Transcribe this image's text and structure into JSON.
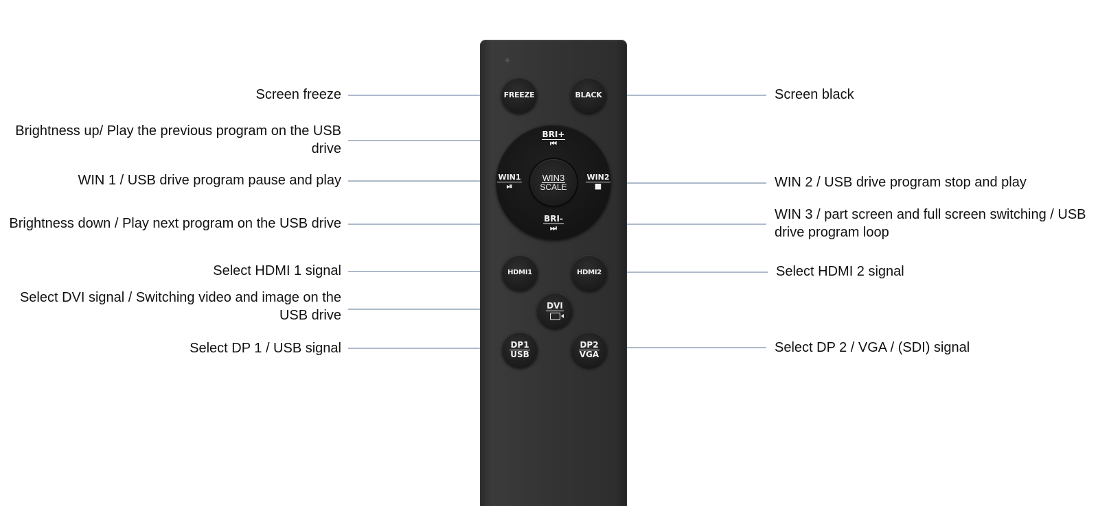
{
  "colors": {
    "leader_line": "#5a7694",
    "remote_body": "#333333",
    "button": "#1a1a1a",
    "label_text": "#111111"
  },
  "buttons": {
    "freeze": "FREEZE",
    "black": "BLACK",
    "bri_plus": "BRI+",
    "bri_plus_icon": "⏮",
    "win1": "WIN1",
    "win1_icon": "⏯",
    "win3": "WIN3",
    "win3_sub": "SCALE",
    "win2": "WIN2",
    "win2_icon": "■",
    "bri_minus": "BRI-",
    "bri_minus_icon": "⏭",
    "hdmi1": "HDMI1",
    "hdmi2": "HDMI2",
    "dvi": "DVI",
    "dvi_icon": "video-camera-icon",
    "dp1": "DP1",
    "dp1_sub": "USB",
    "dp2": "DP2",
    "dp2_sub": "VGA"
  },
  "labels": {
    "screen_freeze": "Screen freeze",
    "screen_black": "Screen black",
    "brightness_up": "Brightness up/ Play the previous program on the USB drive",
    "win1": "WIN 1 / USB drive program pause and play",
    "win2": "WIN 2 / USB drive program stop and play",
    "brightness_down": "Brightness down / Play next program on the USB drive",
    "win3": "WIN 3 / part screen and full screen switching / USB drive program loop",
    "hdmi1": "Select HDMI 1 signal",
    "hdmi2": "Select HDMI 2 signal",
    "dvi": "Select DVI signal / Switching video and image on the USB drive",
    "dp1": "Select DP 1 / USB signal",
    "dp2": "Select DP 2 / VGA / (SDI) signal"
  }
}
